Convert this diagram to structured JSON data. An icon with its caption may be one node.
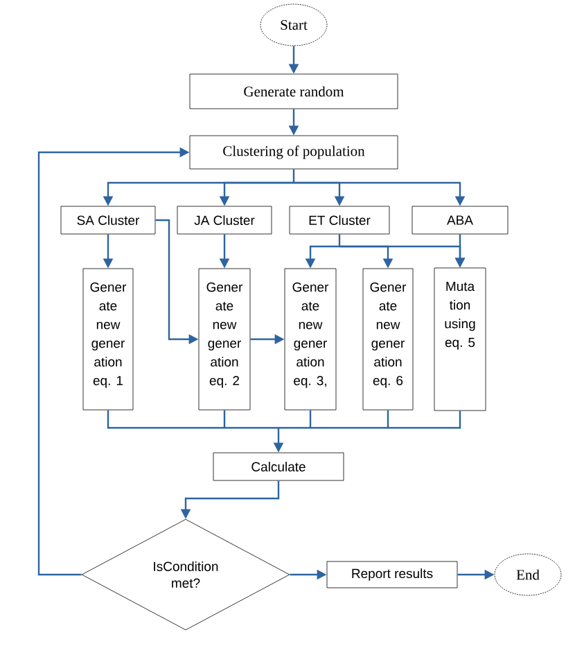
{
  "diagram": {
    "nodes": [
      {
        "text": [
          "Start"
        ]
      },
      {
        "text": [
          "Generate random"
        ]
      },
      {
        "text": [
          "Clustering of population"
        ]
      },
      {
        "text": [
          "SA Cluster"
        ]
      },
      {
        "text": [
          "JA Cluster"
        ]
      },
      {
        "text": [
          "ET Cluster"
        ]
      },
      {
        "text": [
          "ABA"
        ]
      },
      {
        "text": [
          "Gener ate new gener ation eq. 1"
        ]
      },
      {
        "text": [
          "Gener ate new gener ation eq. 2"
        ]
      },
      {
        "text": [
          "Gener ate new gener ation eq. 3,"
        ]
      },
      {
        "text": [
          "Gener ate new gener ation eq. 6"
        ]
      },
      {
        "text": [
          "Muta tion using eq. 5"
        ]
      },
      {
        "text": [
          "Calculate"
        ]
      },
      {
        "text": [
          "IsCondition met?"
        ]
      },
      {
        "text": [
          "Report results"
        ]
      },
      {
        "text": [
          "End"
        ]
      }
    ],
    "edges": [
      {
        "from": 0,
        "to": 1,
        "arrow": "to"
      },
      {
        "from": 1,
        "to": 2,
        "arrow": "to"
      },
      {
        "from": 2,
        "to": 3,
        "arrow": "to"
      },
      {
        "from": 2,
        "to": 4,
        "arrow": "to"
      },
      {
        "from": 2,
        "to": 5,
        "arrow": "to"
      },
      {
        "from": 2,
        "to": 6,
        "arrow": "to"
      },
      {
        "from": 3,
        "to": 7,
        "arrow": "to"
      },
      {
        "from": 3,
        "to": 8,
        "arrow": "to"
      },
      {
        "from": 4,
        "to": 8,
        "arrow": "to"
      },
      {
        "from": 8,
        "to": 9,
        "arrow": "to"
      },
      {
        "from": 5,
        "to": 9,
        "arrow": "to"
      },
      {
        "from": 5,
        "to": 10,
        "arrow": "to"
      },
      {
        "from": 5,
        "to": 11,
        "arrow": "to"
      },
      {
        "from": 6,
        "to": 11,
        "arrow": "to"
      },
      {
        "from": 7,
        "to": 12,
        "arrow": "to"
      },
      {
        "from": 8,
        "to": 12,
        "arrow": "to"
      },
      {
        "from": 9,
        "to": 12,
        "arrow": "to"
      },
      {
        "from": 10,
        "to": 12,
        "arrow": "to"
      },
      {
        "from": 11,
        "to": 12,
        "arrow": "to"
      },
      {
        "from": 12,
        "to": 13,
        "arrow": "to"
      },
      {
        "from": 13,
        "to": 14,
        "arrow": "to"
      },
      {
        "from": 14,
        "to": 15,
        "arrow": "to"
      },
      {
        "from": 13,
        "to": 2,
        "arrow": "to"
      }
    ]
  }
}
